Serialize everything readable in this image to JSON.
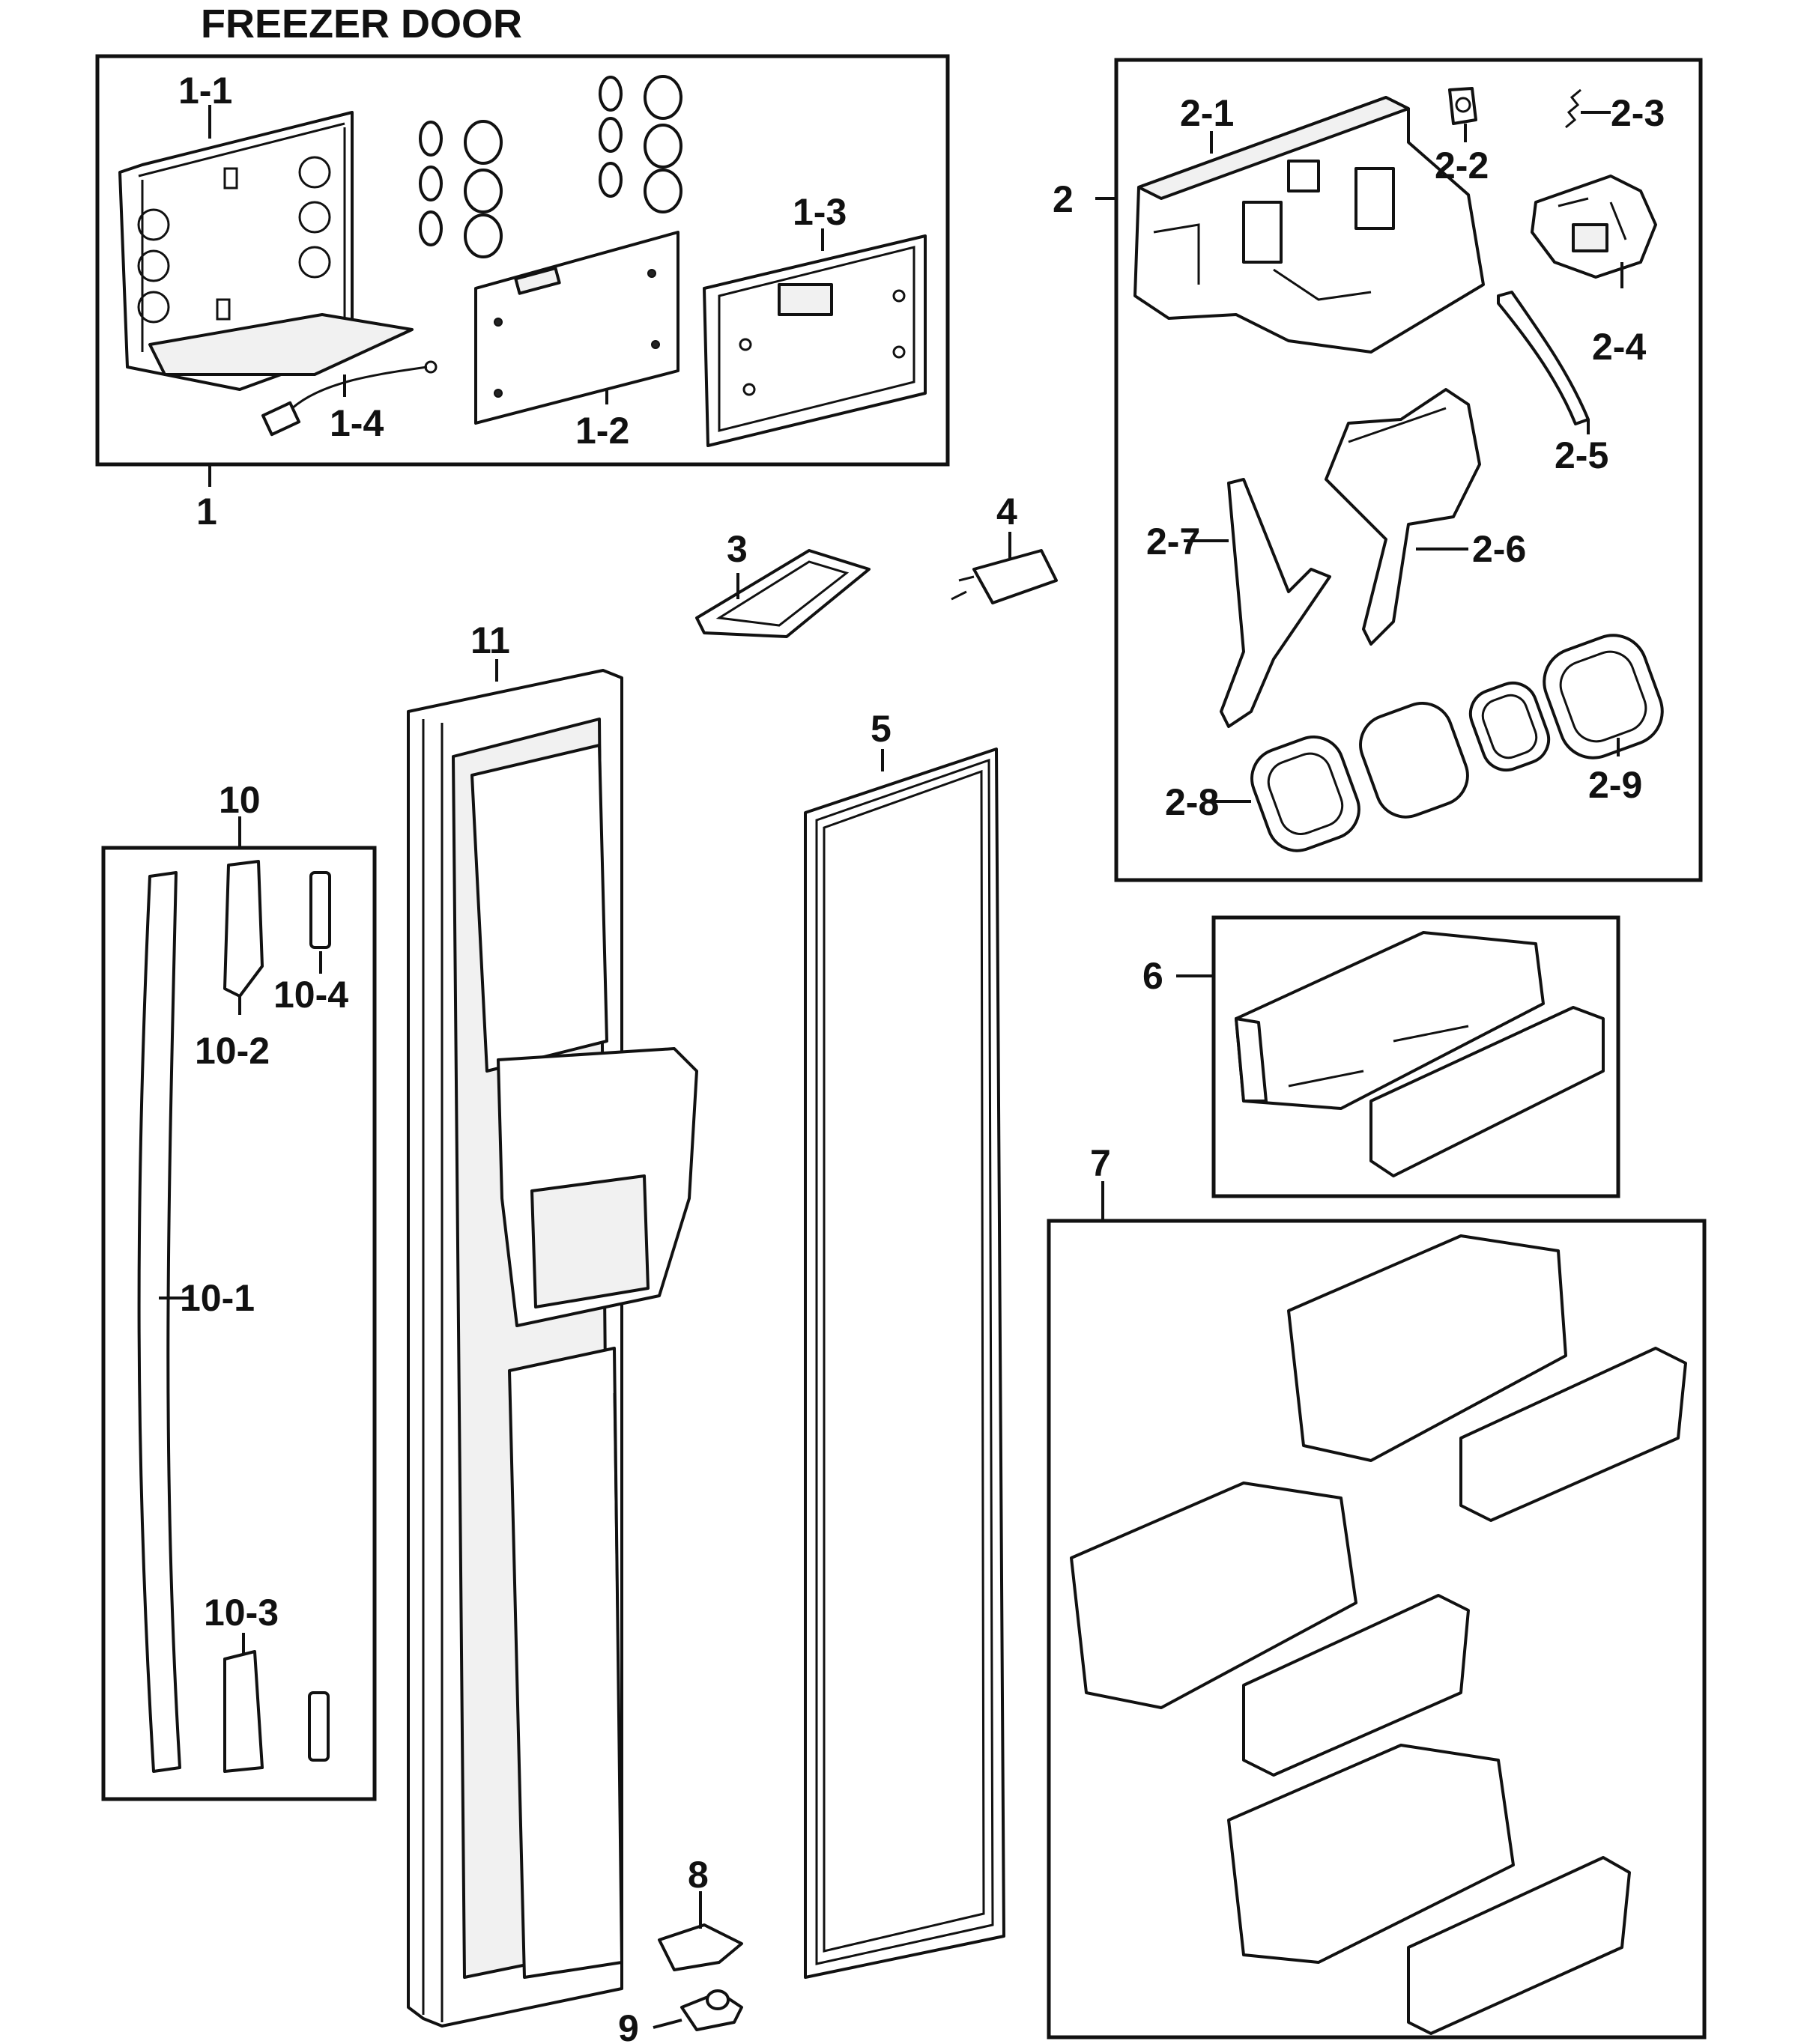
{
  "title": "FREEZER DOOR",
  "labels": {
    "p1": "1",
    "p1_1": "1-1",
    "p1_2": "1-2",
    "p1_3": "1-3",
    "p1_4": "1-4",
    "p2": "2",
    "p2_1": "2-1",
    "p2_2": "2-2",
    "p2_3": "2-3",
    "p2_4": "2-4",
    "p2_5": "2-5",
    "p2_6": "2-6",
    "p2_7": "2-7",
    "p2_8": "2-8",
    "p2_9": "2-9",
    "p3": "3",
    "p4": "4",
    "p5": "5",
    "p6": "6",
    "p7": "7",
    "p8": "8",
    "p9": "9",
    "p10": "10",
    "p10_1": "10-1",
    "p10_2": "10-2",
    "p10_3": "10-3",
    "p10_4": "10-4",
    "p11": "11"
  }
}
